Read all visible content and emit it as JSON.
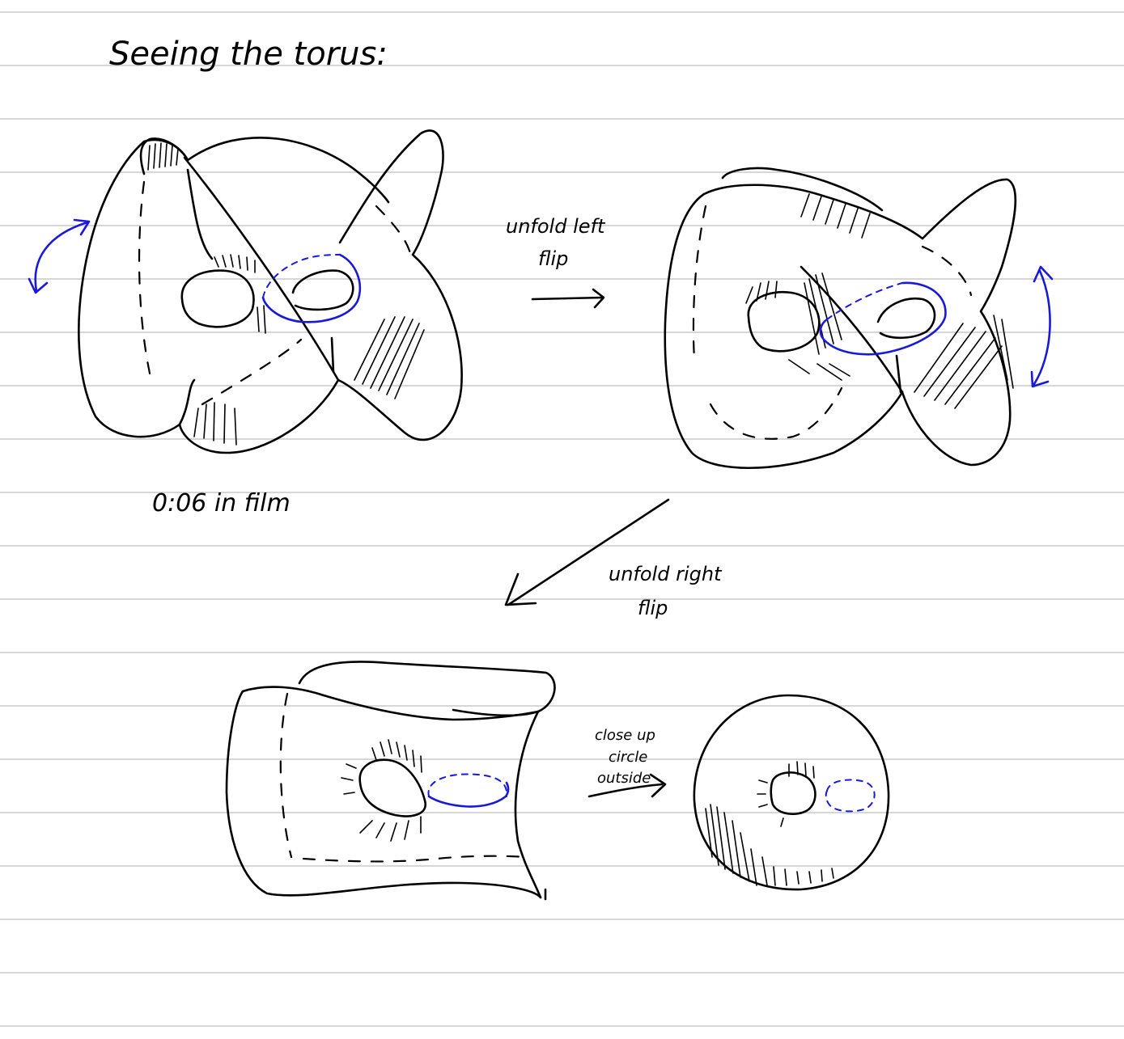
{
  "title": "Seeing the torus:",
  "labels": {
    "timestamp": "0:06 in film",
    "step1_line1": "unfold left",
    "step1_line2": "flip",
    "step2_line1": "unfold right",
    "step2_line2": "flip",
    "step3_line1": "close up",
    "step3_line2": "circle",
    "step3_line3": "outside"
  },
  "colors": {
    "ink": "#000000",
    "highlight": "#1a1ad6",
    "rule": "#d6d6d6",
    "paper": "#ffffff"
  }
}
